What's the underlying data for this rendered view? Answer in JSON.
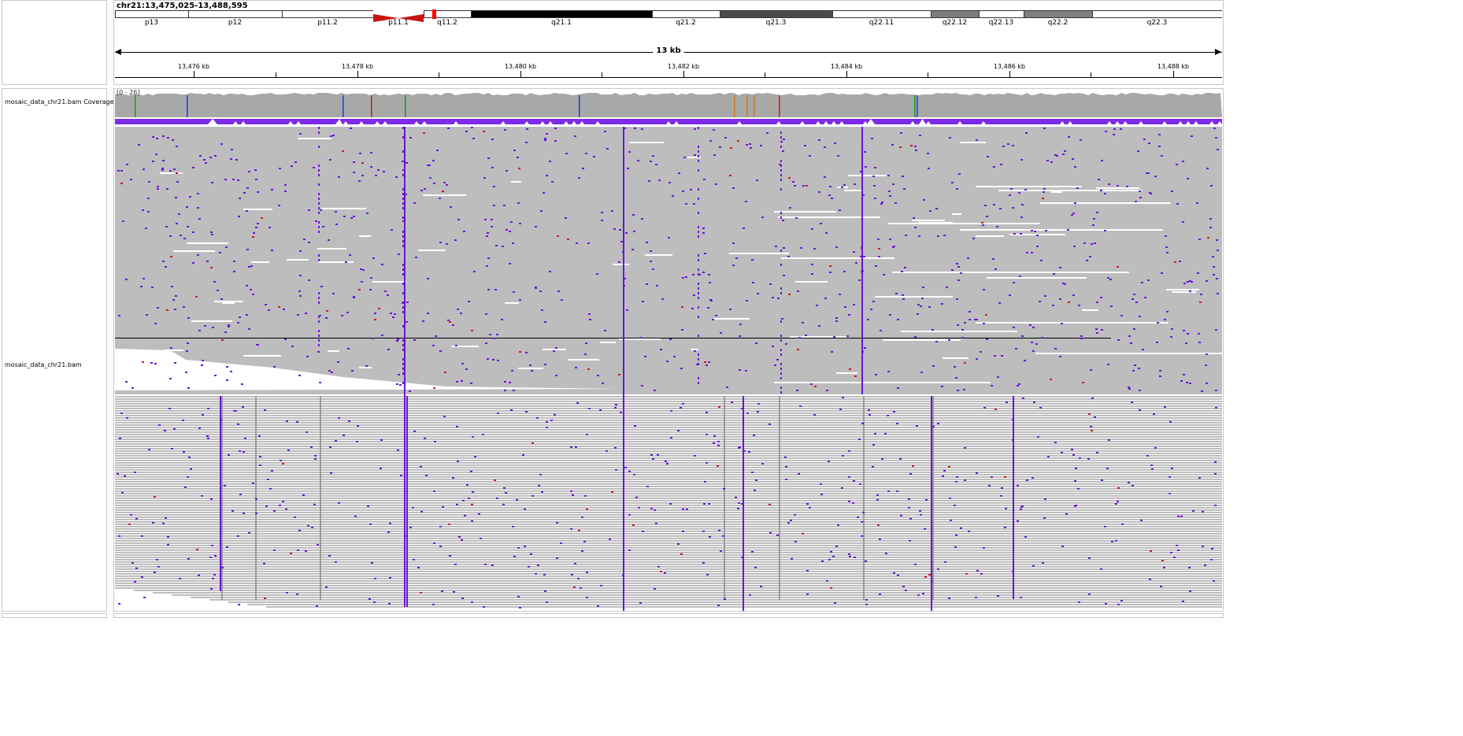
{
  "locus": "chr21:13,475,025-13,488,595",
  "span": "13 kb",
  "ideogram": {
    "bands": [
      {
        "name": "p13",
        "start": 0,
        "end": 93,
        "fill": "#ffffff"
      },
      {
        "name": "p12",
        "start": 93,
        "end": 212,
        "fill": "#ffffff"
      },
      {
        "name": "p11.2",
        "start": 212,
        "end": 328,
        "fill": "#ffffff"
      },
      {
        "name": "p11.1",
        "start": 328,
        "end": 392,
        "fill": "centromere"
      },
      {
        "name": "q11.2",
        "start": 392,
        "end": 452,
        "fill": "#ffffff"
      },
      {
        "name": "q21.1",
        "start": 452,
        "end": 682,
        "fill": "#000000"
      },
      {
        "name": "q21.2",
        "start": 682,
        "end": 768,
        "fill": "#ffffff"
      },
      {
        "name": "q21.3",
        "start": 768,
        "end": 911,
        "fill": "#4b4b4b"
      },
      {
        "name": "q22.11",
        "start": 911,
        "end": 1036,
        "fill": "#ffffff"
      },
      {
        "name": "q22.12",
        "start": 1036,
        "end": 1097,
        "fill": "#7d7d7d"
      },
      {
        "name": "q22.13",
        "start": 1097,
        "end": 1154,
        "fill": "#ffffff"
      },
      {
        "name": "q22.2",
        "start": 1154,
        "end": 1241,
        "fill": "#808080"
      },
      {
        "name": "q22.3",
        "start": 1241,
        "end": 1406,
        "fill": "#ffffff"
      }
    ],
    "current_region_color": "#ff0000"
  },
  "ruler": {
    "labels": [
      "13,476 kb",
      "13,478 kb",
      "13,480 kb",
      "13,482 kb",
      "13,484 kb",
      "13,486 kb",
      "13,488 kb"
    ]
  },
  "tracks": {
    "coverage_name": "mosaic_data_chr21.bam Coverage",
    "coverage_range": "[0 - 26]",
    "alignment_name": "mosaic_data_chr21.bam"
  },
  "colors": {
    "read_gray": "#bdbdbd",
    "coverage_gray": "#a8a8a8",
    "mismatch": "#6a16d6",
    "downsample": "#7d2be8",
    "allele_green": "#1a9a1a",
    "allele_blue": "#1f3bd8",
    "allele_red": "#d01818",
    "allele_orange": "#c87d1a"
  }
}
